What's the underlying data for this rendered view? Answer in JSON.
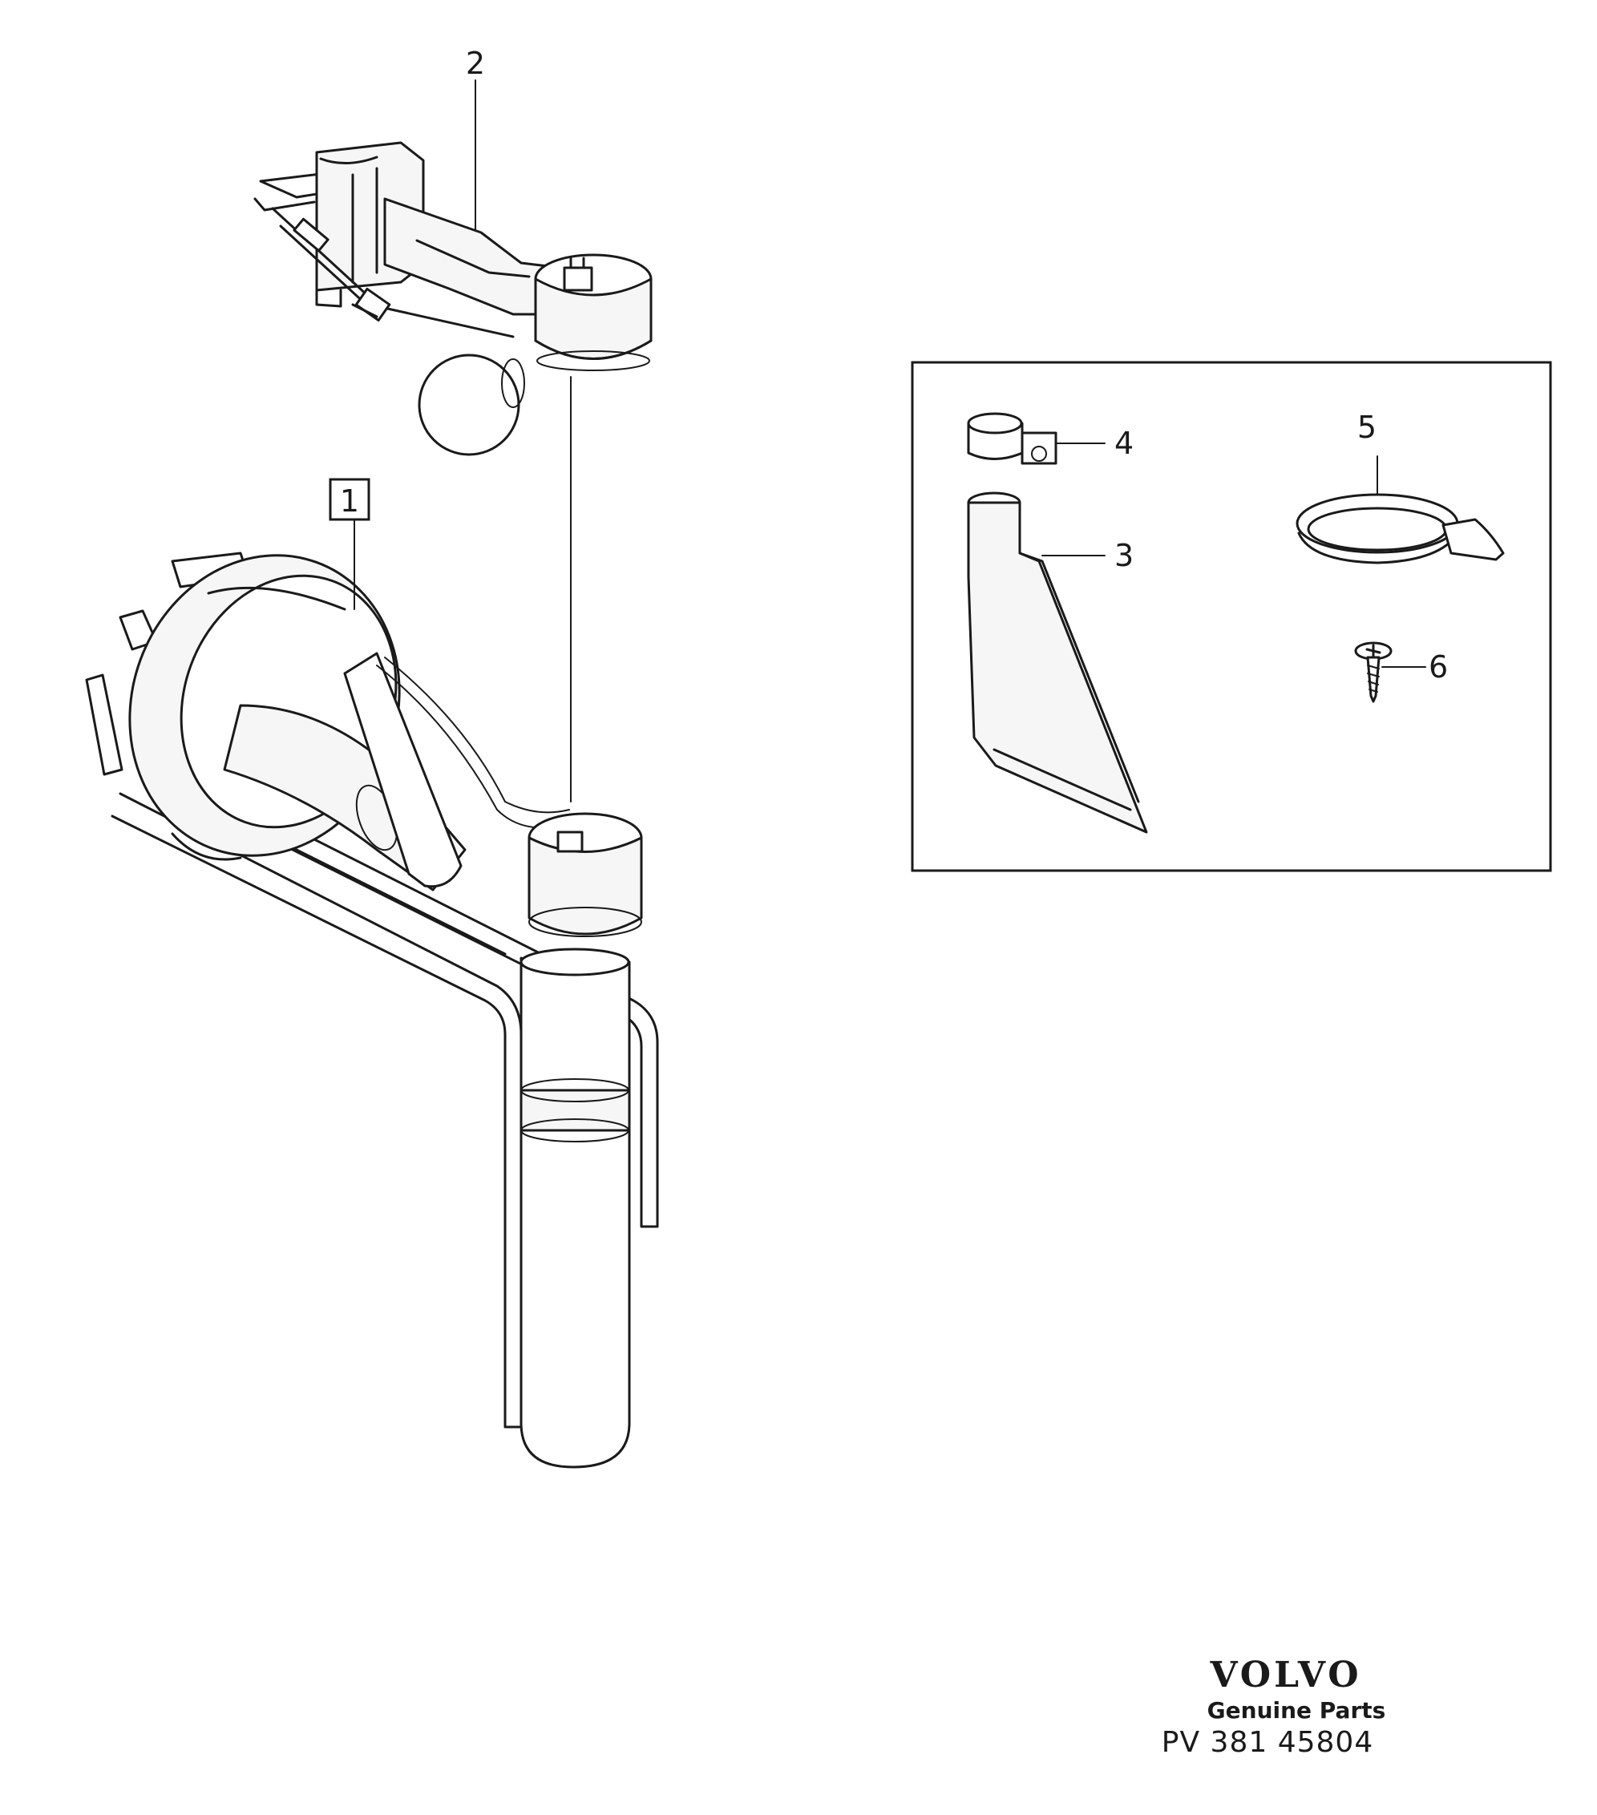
{
  "callouts": {
    "kit": "1",
    "sender_unit": "2",
    "baffle": "3",
    "hose_clamp": "4",
    "band_clamp": "5",
    "screw": "6"
  },
  "footer": {
    "brand": "VOLVO",
    "tagline": "Genuine Parts",
    "reference": "PV 381 45804"
  }
}
